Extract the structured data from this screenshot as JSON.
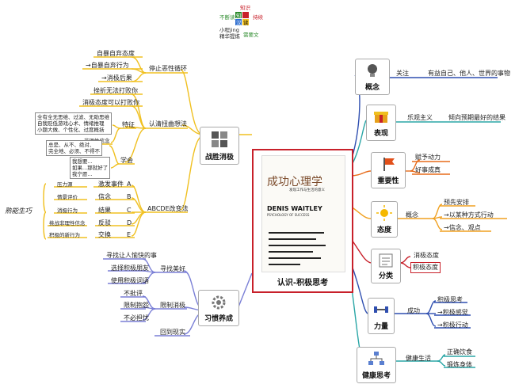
{
  "center": {
    "book_title": "成功心理学",
    "book_subtitle": "发现工作与生活的意义",
    "author": "DENIS WAITLEY",
    "author_en": "PSYCHOLOGY OF SUCCESS",
    "label": "认识-积极思考"
  },
  "logo": {
    "top": "知识",
    "left": "不断读",
    "right": "持续",
    "center_a": "知",
    "center_b": "汉",
    "center_c": "读",
    "bottom_left": "小程jing",
    "bottom_right": "需要文",
    "bottom_left2": "精华提炼"
  },
  "left": {
    "zhansheng": {
      "title": "战胜消极",
      "g1": {
        "label": "停止恶性循环",
        "items": [
          "自暴自弃态度",
          "→自暴自弃行为",
          "→消极后果"
        ]
      },
      "g2": {
        "label": "认清扭曲想法",
        "items": [
          "挫折无法打败你",
          "消极态度可以打败你"
        ],
        "tezheng": {
          "label": "特征",
          "box": [
            "全有全无思维、过滤、无助思维",
            "自我贬低游戏心术、情绪推理",
            "小题大做、个性化、过度概括"
          ],
          "extra": "非理性信念"
        },
        "xuehui": {
          "label": "学会",
          "box1": [
            "总是、从不、绝对、",
            "完全地、必须、不得不"
          ],
          "box2": [
            "我想要...",
            "如果...那就好了",
            "我宁愿..."
          ]
        }
      },
      "g3": {
        "label": "ABCDE改变法",
        "side": "熟能生巧",
        "rows": [
          [
            "压力源",
            "激发事件",
            "A"
          ],
          [
            "情景评价",
            "信念",
            "B"
          ],
          [
            "消极行为",
            "结果",
            "C"
          ],
          [
            "挑战非理性信念",
            "反驳",
            "D"
          ],
          [
            "积极的新行为",
            "交换",
            "E"
          ]
        ]
      }
    },
    "xiguan": {
      "title": "习惯养成",
      "g1": {
        "label": "寻找美好",
        "items": [
          "寻找让人愉快的事",
          "选择积极朋友",
          "使用积极词语"
        ]
      },
      "g2": {
        "label": "限制消极",
        "items": [
          "不批评",
          "限制抱怨",
          "不必担忧"
        ]
      },
      "g3": {
        "label": "回到现实"
      }
    }
  },
  "right": {
    "gainian": {
      "title": "概念",
      "k": "关注",
      "v": "有益自己、他人、世界的事物"
    },
    "biaoxian": {
      "title": "表现",
      "k": "乐观主义",
      "v": "倾向预期最好的结果"
    },
    "zhongyaoxing": {
      "title": "重要性",
      "items": [
        "赋予动力",
        "好事成真"
      ]
    },
    "taidu": {
      "title": "态度",
      "k": "概念",
      "items": [
        "预先安排",
        "→以某种方式行动",
        "→信念、观点"
      ]
    },
    "fenlei": {
      "title": "分类",
      "items": [
        "消极态度",
        "积极态度"
      ]
    },
    "liliang": {
      "title": "力量",
      "k": "成功",
      "items": [
        "积极思考",
        "→积极感觉",
        "→积极行动"
      ]
    },
    "jiankang": {
      "title": "健康思考",
      "k": "健康生活",
      "items": [
        "正确饮食",
        "锻炼身体"
      ]
    }
  }
}
